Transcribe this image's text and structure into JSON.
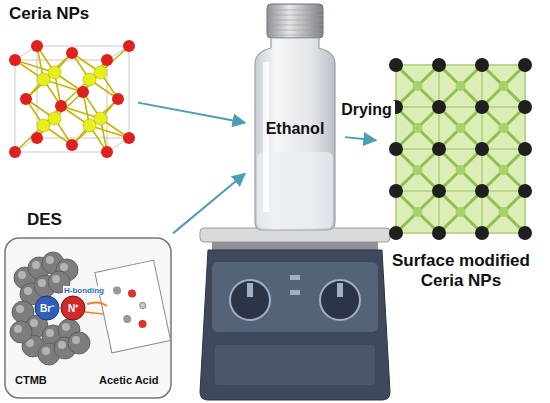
{
  "diagram": {
    "nodes": [
      {
        "text": [
          "Ceria NPs"
        ]
      },
      {
        "text": [
          "DES"
        ]
      },
      {
        "text": [
          "Ethanol"
        ]
      },
      {
        "text": [
          "Surface modified Ceria NPs"
        ]
      }
    ],
    "edges": [
      {
        "from": 0,
        "to": 2,
        "arrow": "to"
      },
      {
        "from": 1,
        "to": 2,
        "arrow": "to"
      },
      {
        "from": 2,
        "to": 3,
        "label": "Drying",
        "arrow": "to"
      }
    ],
    "labels": [
      "Br⁻",
      "N⁺",
      "H-bonding",
      "CTMB",
      "Acetic Acid"
    ]
  }
}
